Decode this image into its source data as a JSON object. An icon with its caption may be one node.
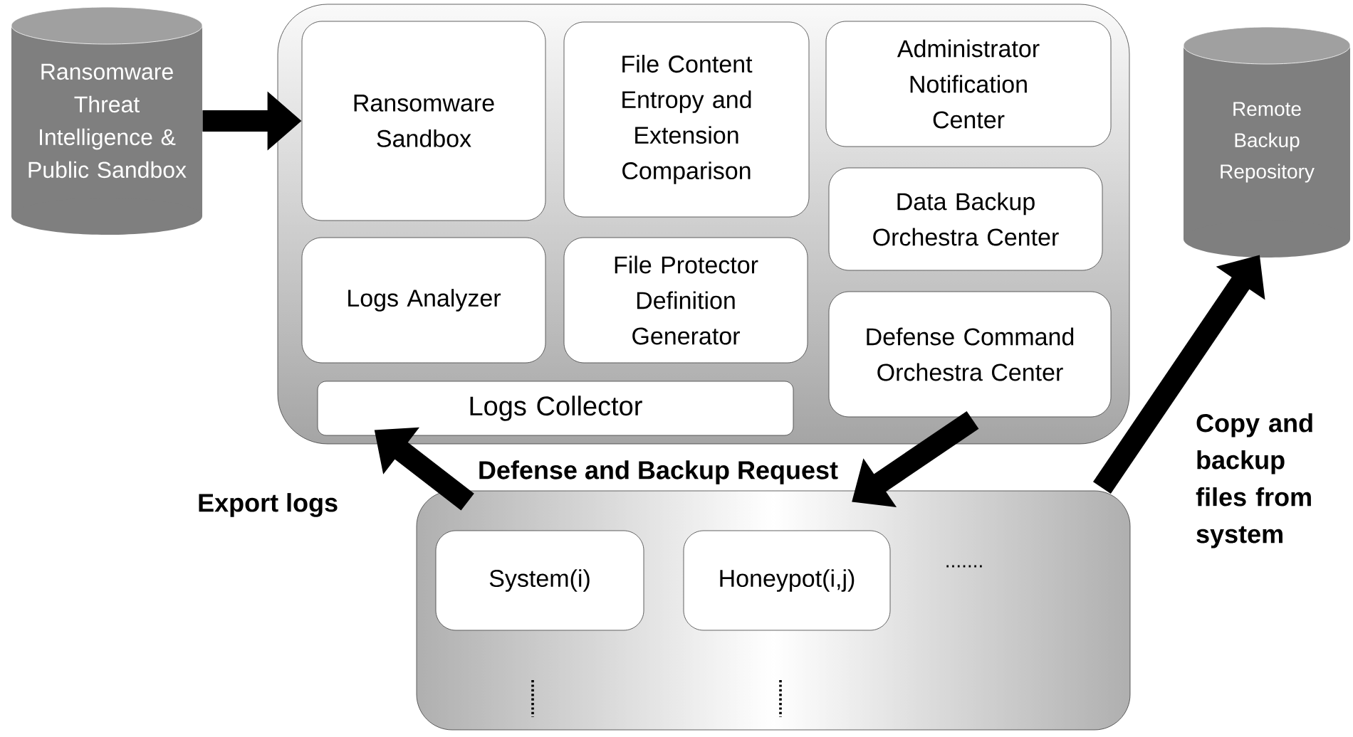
{
  "diagram": {
    "nodes": [
      {
        "text": [
          "Ransomware Threat Intelligence & Public Sandbox"
        ]
      },
      {
        "text": [],
        "shape": "box"
      },
      {
        "text": [
          "Ransomware Sandbox"
        ],
        "in": 1
      },
      {
        "text": [
          "File Content Entropy and Extension Comparison"
        ],
        "in": 1
      },
      {
        "text": [
          "Administrator Notification Center"
        ],
        "in": 1
      },
      {
        "text": [
          "Data Backup Orchestra Center"
        ],
        "in": 1
      },
      {
        "text": [
          "Logs Analyzer"
        ],
        "in": 1
      },
      {
        "text": [
          "File Protector Definition Generator"
        ],
        "in": 1
      },
      {
        "text": [
          "Defense Command Orchestra Center"
        ],
        "in": 1
      },
      {
        "text": [
          "Logs Collector"
        ],
        "in": 1
      },
      {
        "text": [
          "Remote Backup Repository"
        ]
      },
      {
        "text": [],
        "shape": "box"
      },
      {
        "text": [
          "System(i)"
        ],
        "in": 11
      },
      {
        "text": [
          "Honeypot(i,j)"
        ],
        "in": 11
      }
    ],
    "edges": [
      {
        "from": 0,
        "to": 2,
        "arrow": "to"
      },
      {
        "from": 11,
        "to": 9,
        "arrow": "to",
        "label": "Export logs"
      },
      {
        "from": 8,
        "to": 11,
        "arrow": "to",
        "label": "Defense and Backup Request"
      },
      {
        "from": 11,
        "to": 10,
        "arrow": "to",
        "label": "Copy and backup files from system"
      }
    ],
    "labels": [
      "......."
    ]
  }
}
